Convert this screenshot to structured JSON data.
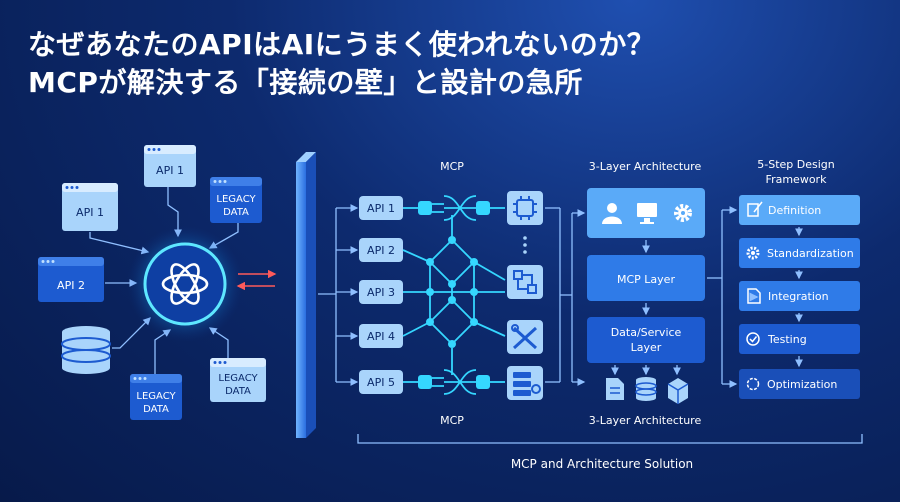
{
  "title": {
    "line1": "なぜあなたのAPIはAIにうまく使われないのか？",
    "line2": "MCPが解決する「接続の壁」と設計の急所"
  },
  "left": {
    "api1_top": "API 1",
    "api1_left": "API 1",
    "api2": "API 2",
    "legacy_top": [
      "LEGACY",
      "DATA"
    ],
    "legacy_bottom_left": [
      "LEGACY",
      "DATA"
    ],
    "legacy_bottom_right": [
      "LEGACY",
      "DATA"
    ]
  },
  "mcp": {
    "top_label": "MCP",
    "bottom_label": "MCP",
    "apis": [
      "API 1",
      "API 2",
      "API 3",
      "API 4",
      "API 5"
    ]
  },
  "architecture": {
    "top_label": "3-Layer Architecture",
    "bottom_label": "3-Layer Architecture",
    "mcp_layer": "MCP Layer",
    "data_layer": [
      "Data/Service",
      "Layer"
    ]
  },
  "framework": {
    "title": [
      "5-Step Design",
      "Framework"
    ],
    "steps": [
      "Definition",
      "Standardization",
      "Integration",
      "Testing",
      "Optimization"
    ]
  },
  "footer": {
    "label": "MCP and Architecture Solution"
  },
  "colors": {
    "accent_light": "#a9d4fb",
    "accent_dark": "#1d5bd0",
    "line": "#6aa8ff",
    "glow": "#35d7ff",
    "red_arrow": "#ff5a5a"
  }
}
